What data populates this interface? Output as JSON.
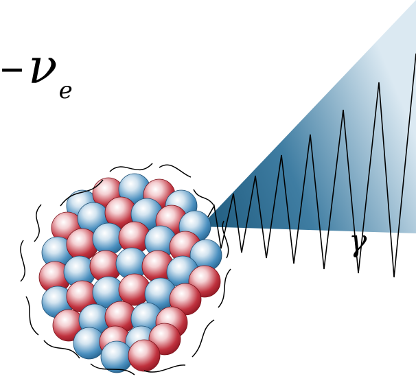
{
  "labels": {
    "neutrino_dash": "–",
    "neutrino_symbol": "ν",
    "neutrino_subscript": "e",
    "gamma_symbol": "γ"
  },
  "colors": {
    "proton": "#b01e2c",
    "neutron": "#3f86b8",
    "cone_dark": "#1f5b7e",
    "cone_light": "#dbe9f2",
    "outline": "#000000"
  }
}
